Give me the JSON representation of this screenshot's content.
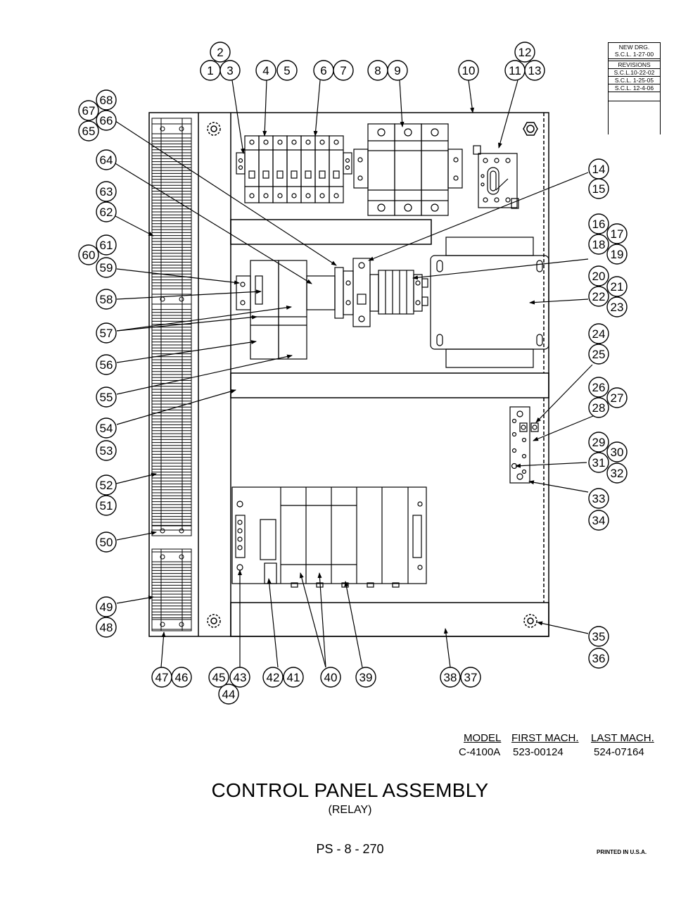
{
  "revision_block": {
    "new_drg_label": "NEW DRG.",
    "new_drg_date": "S.C.L. 1-27-00",
    "revisions_label": "REVISIONS",
    "revisions": [
      "S.C.L.10-22-02",
      "S.C.L. 1-25-05",
      "S.C.L. 12-4-06"
    ]
  },
  "model_table": {
    "headers": [
      "MODEL",
      "FIRST MACH.",
      "LAST MACH."
    ],
    "values": [
      "C-4100A",
      "523-00124",
      "524-07164"
    ]
  },
  "title": "CONTROL PANEL ASSEMBLY",
  "subtitle": "(RELAY)",
  "page_number": "PS - 8 - 270",
  "printed_note": "PRINTED IN U.S.A.",
  "callouts": [
    "1",
    "2",
    "3",
    "4",
    "5",
    "6",
    "7",
    "8",
    "9",
    "10",
    "11",
    "12",
    "13",
    "14",
    "15",
    "16",
    "17",
    "18",
    "19",
    "20",
    "21",
    "22",
    "23",
    "24",
    "25",
    "26",
    "27",
    "28",
    "29",
    "30",
    "31",
    "32",
    "33",
    "34",
    "35",
    "36",
    "37",
    "38",
    "39",
    "40",
    "41",
    "42",
    "43",
    "44",
    "45",
    "46",
    "47",
    "48",
    "49",
    "50",
    "51",
    "52",
    "53",
    "54",
    "55",
    "56",
    "57",
    "58",
    "59",
    "60",
    "61",
    "62",
    "63",
    "64",
    "65",
    "66",
    "67",
    "68"
  ]
}
